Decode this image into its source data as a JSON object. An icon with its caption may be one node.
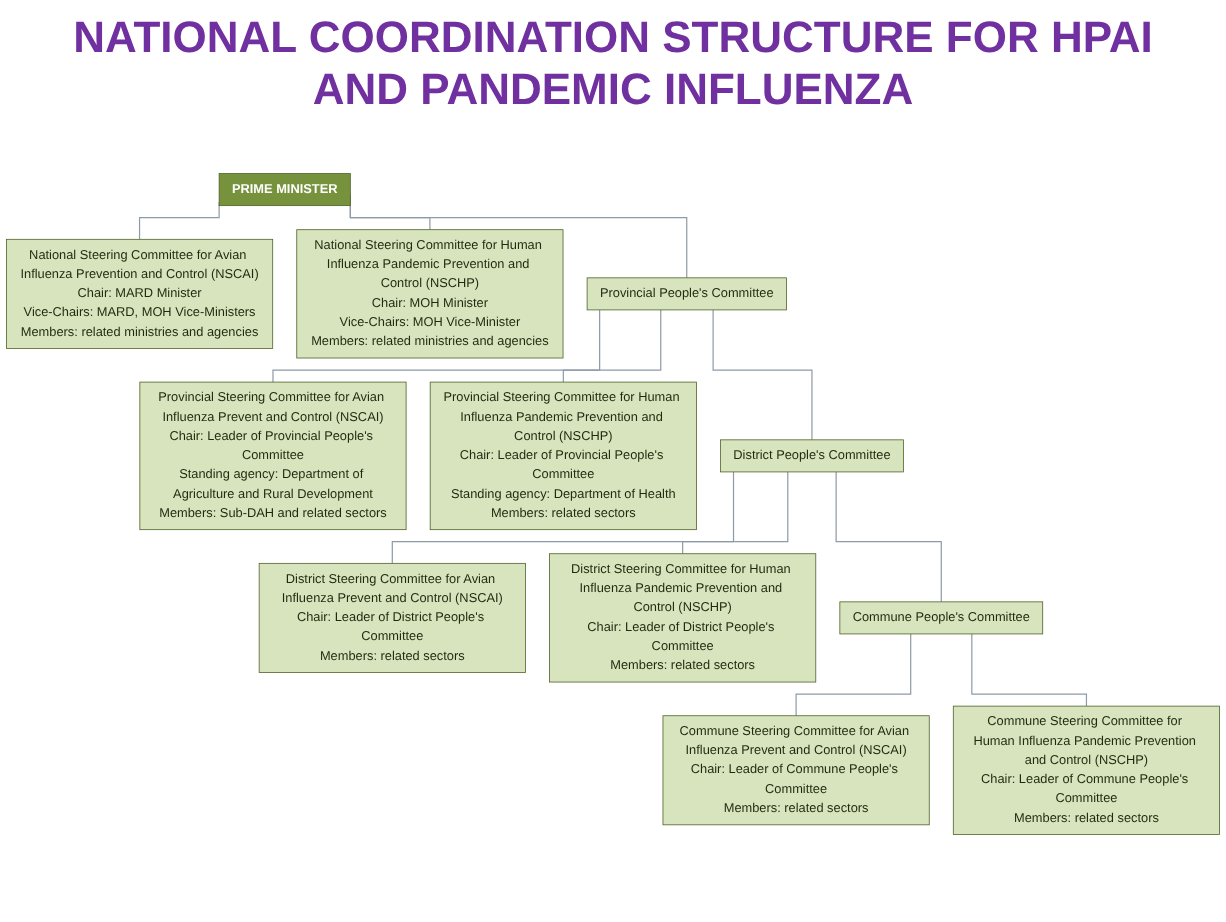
{
  "diagram": {
    "title": "NATIONAL COORDINATION STRUCTURE FOR HPAI AND PANDEMIC INFLUENZA",
    "nodes": [
      {
        "text": [
          "PRIME MINISTER"
        ]
      },
      {
        "text": [
          "National Steering Committee for Avian Influenza Prevention and Control (NSCAI)",
          "Chair: MARD Minister",
          "Vice-Chairs: MARD, MOH Vice-Ministers",
          "Members: related ministries and agencies"
        ]
      },
      {
        "text": [
          "National Steering Committee for Human Influenza Pandemic Prevention and Control (NSCHP)",
          "Chair: MOH Minister",
          "Vice-Chairs: MOH Vice-Minister",
          "Members: related ministries and agencies"
        ]
      },
      {
        "text": [
          "Provincial People's Committee"
        ]
      },
      {
        "text": [
          "Provincial Steering Committee for Avian Influenza Prevent and Control (NSCAI)",
          "Chair: Leader of Provincial People's Committee",
          "Standing agency: Department of Agriculture and Rural Development",
          "Members: Sub-DAH and related sectors"
        ]
      },
      {
        "text": [
          "Provincial Steering Committee for Human Influenza Pandemic Prevention and Control (NSCHP)",
          "Chair: Leader of Provincial People's Committee",
          "Standing agency: Department of Health",
          "Members: related sectors"
        ]
      },
      {
        "text": [
          "District People's Committee"
        ]
      },
      {
        "text": [
          "District Steering Committee for Avian Influenza Prevent and Control (NSCAI)",
          "Chair: Leader of District People's Committee",
          "Members: related sectors"
        ]
      },
      {
        "text": [
          "District Steering Committee for Human Influenza Pandemic Prevention and Control (NSCHP)",
          "Chair: Leader of District People's Committee",
          "Members: related sectors"
        ]
      },
      {
        "text": [
          "Commune People's Committee"
        ]
      },
      {
        "text": [
          "Commune Steering Committee for Avian Influenza Prevent and Control (NSCAI)",
          "Chair: Leader of Commune People's Committee",
          "Members: related sectors"
        ]
      },
      {
        "text": [
          "Commune Steering Committee for Human Influenza Pandemic Prevention and Control (NSCHP)",
          "Chair: Leader of Commune People's Committee",
          "Members: related sectors"
        ]
      }
    ],
    "edges": [
      {
        "from": 0,
        "to": 1,
        "arrow": "none"
      },
      {
        "from": 0,
        "to": 3,
        "arrow": "none"
      },
      {
        "from": 0,
        "to": 2,
        "arrow": "none"
      },
      {
        "from": 3,
        "to": 4,
        "arrow": "none"
      },
      {
        "from": 3,
        "to": 6,
        "arrow": "none"
      },
      {
        "from": 3,
        "to": 5,
        "arrow": "none"
      },
      {
        "from": 6,
        "to": 7,
        "arrow": "none"
      },
      {
        "from": 6,
        "to": 9,
        "arrow": "none"
      },
      {
        "from": 6,
        "to": 8,
        "arrow": "none"
      },
      {
        "from": 9,
        "to": 10,
        "arrow": "none"
      },
      {
        "from": 9,
        "to": 11,
        "arrow": "none"
      }
    ]
  }
}
